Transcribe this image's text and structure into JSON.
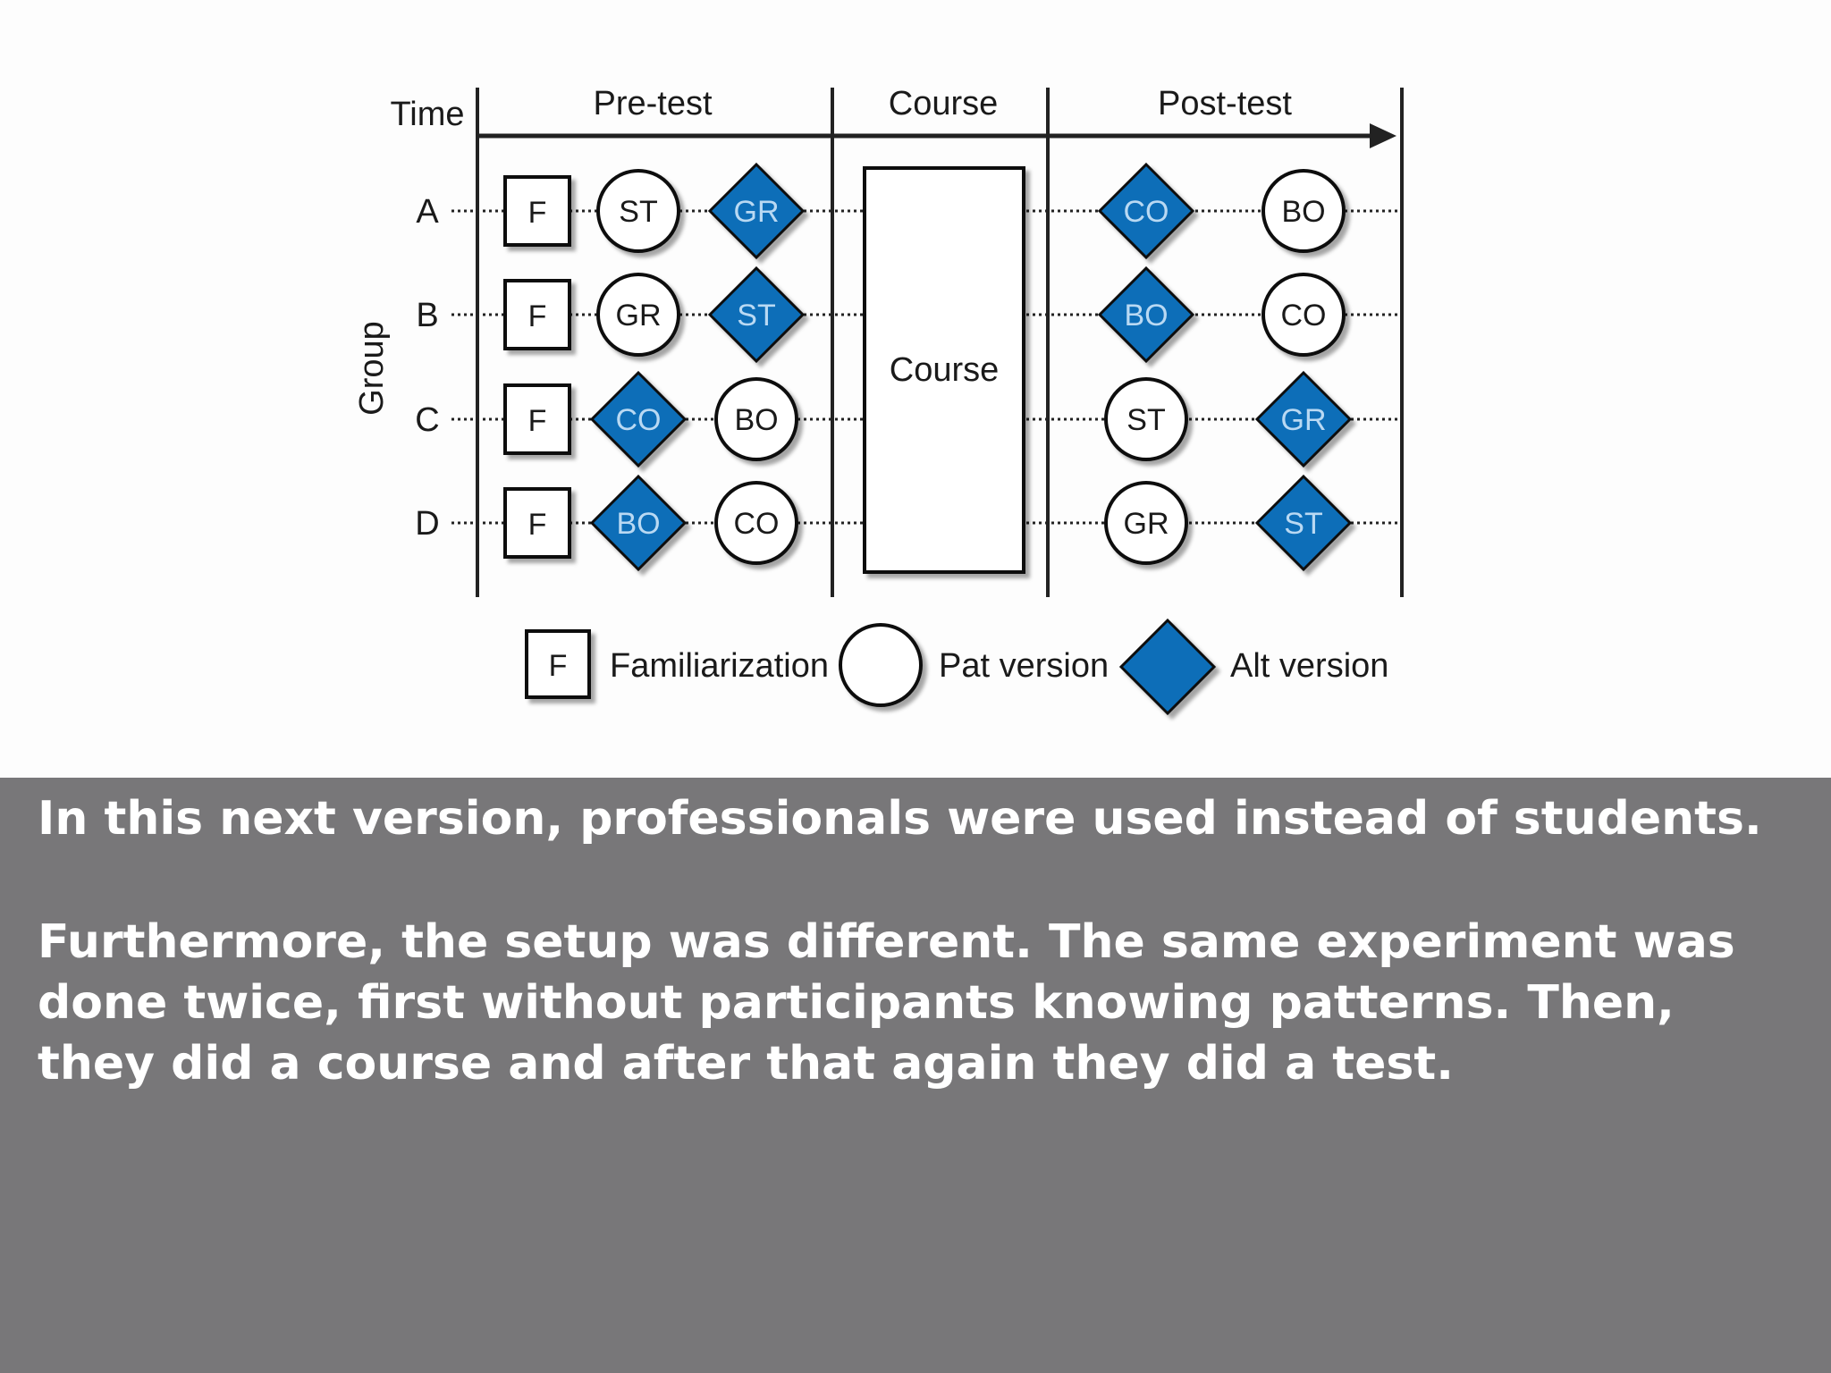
{
  "diagram": {
    "header": {
      "time_label": "Time",
      "pretest_label": "Pre-test",
      "course_label": "Course",
      "posttest_label": "Post-test"
    },
    "group_axis_label": "Group",
    "course_box_label": "Course",
    "rows": [
      {
        "group": "A",
        "familiarization": "F",
        "pre": [
          {
            "label": "ST",
            "shape": "circle"
          },
          {
            "label": "GR",
            "shape": "diamond"
          }
        ],
        "post": [
          {
            "label": "CO",
            "shape": "diamond"
          },
          {
            "label": "BO",
            "shape": "circle"
          }
        ]
      },
      {
        "group": "B",
        "familiarization": "F",
        "pre": [
          {
            "label": "GR",
            "shape": "circle"
          },
          {
            "label": "ST",
            "shape": "diamond"
          }
        ],
        "post": [
          {
            "label": "BO",
            "shape": "diamond"
          },
          {
            "label": "CO",
            "shape": "circle"
          }
        ]
      },
      {
        "group": "C",
        "familiarization": "F",
        "pre": [
          {
            "label": "CO",
            "shape": "diamond"
          },
          {
            "label": "BO",
            "shape": "circle"
          }
        ],
        "post": [
          {
            "label": "ST",
            "shape": "circle"
          },
          {
            "label": "GR",
            "shape": "diamond"
          }
        ]
      },
      {
        "group": "D",
        "familiarization": "F",
        "pre": [
          {
            "label": "BO",
            "shape": "diamond"
          },
          {
            "label": "CO",
            "shape": "circle"
          }
        ],
        "post": [
          {
            "label": "GR",
            "shape": "circle"
          },
          {
            "label": "ST",
            "shape": "diamond"
          }
        ]
      }
    ],
    "legend": {
      "familiarization_symbol": "F",
      "familiarization_label": "Familiarization",
      "pat_label": "Pat version",
      "alt_label": "Alt version"
    },
    "colors": {
      "alt_fill": "#0a6eb8",
      "alt_text": "#b9d9f3",
      "line": "#222222"
    }
  },
  "caption": {
    "paragraph1": "In this next version, professionals were used instead of students.",
    "paragraph2": "Furthermore, the setup was different. The same experiment was done twice, first without participants knowing patterns. Then, they did a course and after that again they did a test."
  }
}
